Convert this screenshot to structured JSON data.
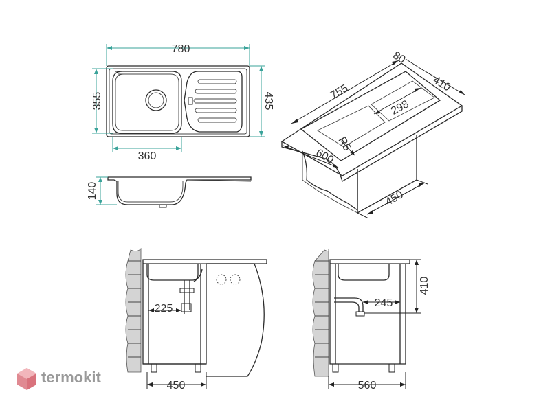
{
  "dimensions": {
    "top_width": "780",
    "top_bowl_depth": "355",
    "top_total_depth": "435",
    "top_bowl_width": "360",
    "side_height": "140",
    "iso_length": "755",
    "iso_edge": "80",
    "iso_depth": "410",
    "iso_drainer": "298",
    "iso_radius": "R5",
    "iso_cabinet": "600",
    "iso_base": "450",
    "front_siphon": "225",
    "front_cabinet": "450",
    "side_siphon": "245",
    "side_height_total": "410",
    "side_cabinet": "560"
  },
  "brand": {
    "name": "termokit",
    "color": "#e08a92"
  },
  "colors": {
    "dimension_line": "#3aa39a",
    "outline": "#2a2a2a"
  }
}
